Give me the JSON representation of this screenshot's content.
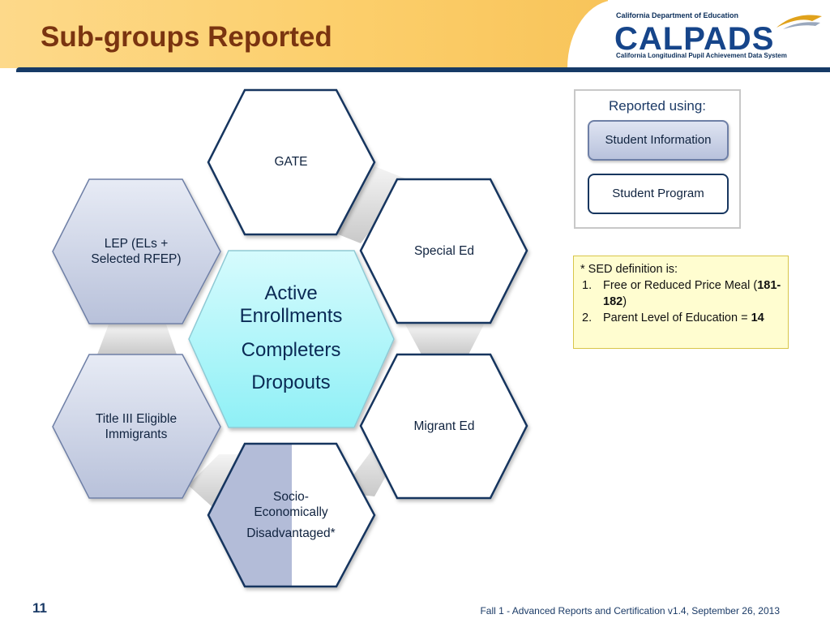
{
  "slide": {
    "title": "Sub-groups Reported",
    "page_number": "11",
    "footer": "Fall 1 - Advanced Reports and Certification v1.4, September 26, 2013"
  },
  "logo": {
    "top_text": "California Department of Education",
    "main_text": "CALPADS",
    "sub_text": "California Longitudinal Pupil Achievement Data System"
  },
  "center": {
    "lines": [
      "Active Enrollments",
      "Completers",
      "Dropouts"
    ]
  },
  "hexagons": {
    "gate": "GATE",
    "special_ed": "Special Ed",
    "migrant_ed": "Migrant Ed",
    "lep_line1": "LEP (ELs +",
    "lep_line2": "Selected RFEP)",
    "title3_line1": "Title III Eligible",
    "title3_line2": "Immigrants",
    "sed_line1": "Socio-",
    "sed_line2": "Economically",
    "sed_line3": "Disadvantaged*"
  },
  "legend": {
    "title": "Reported using:",
    "info_label": "Student Information",
    "program_label": "Student Program"
  },
  "note": {
    "heading": "* SED definition is:",
    "item1_num": "1.",
    "item1_text": "Free or Reduced Price Meal (",
    "item1_bold": "181-182",
    "item1_end": ")",
    "item2_num": "2.",
    "item2_text": "Parent Level of Education = ",
    "item2_bold": "14"
  },
  "colors": {
    "title": "#7a3410",
    "header_bar": "#fccf6c",
    "navy": "#163a66",
    "center_fill": "#a9f3f7",
    "info_fill": "#c3cbe1",
    "note_fill": "#fffdd0"
  }
}
